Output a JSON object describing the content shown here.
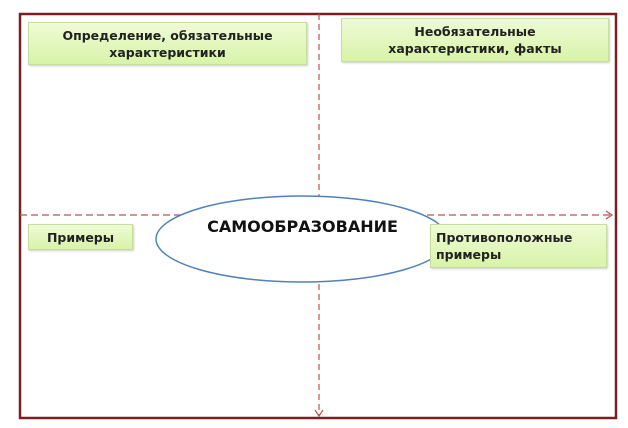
{
  "center": "САМООБРАЗОВАНИЕ",
  "boxes": {
    "top_left": "Определение, обязательные характеристики",
    "top_right": "Необязательные характеристики, факты",
    "left": "Примеры",
    "right": "Противоположные примеры"
  },
  "colors": {
    "frame": "#7b1f22",
    "dashes": "#c0504d",
    "ellipse": "#4f81bd",
    "box": "#d8f3a8"
  }
}
